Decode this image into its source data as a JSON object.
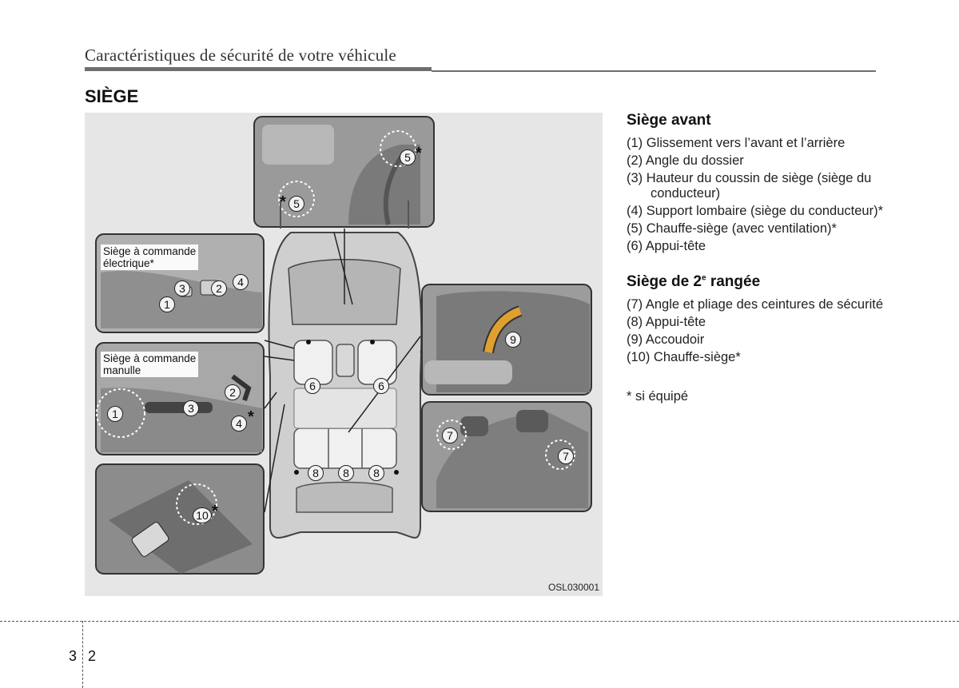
{
  "header": {
    "title": "Caractéristiques de sécurité de votre véhicule"
  },
  "section": {
    "title": "SIÈGE"
  },
  "figure": {
    "code": "OSL030001",
    "labels": {
      "power_seat": "Siège à commande\nélectrique*",
      "manual_seat": "Siège à commande\nmanulle"
    },
    "callouts": {
      "c1": "1",
      "c2": "2",
      "c3": "3",
      "c4": "4",
      "c5": "5",
      "c6": "6",
      "c7": "7",
      "c8": "8",
      "c9": "9",
      "c10": "10",
      "star": "*"
    }
  },
  "front_seat": {
    "title": "Siège avant",
    "items": [
      "(1) Glissement vers l’avant et l’arrière",
      "(2) Angle du dossier",
      "(3) Hauteur du coussin de siège (siège du conducteur)",
      "(4) Support lombaire (siège du conducteur)*",
      "(5) Chauffe-siège (avec ventilation)*",
      "(6) Appui-tête"
    ]
  },
  "second_row": {
    "title_prefix": "Siège de 2",
    "title_sup": "e",
    "title_suffix": " rangée",
    "items": [
      "(7) Angle et pliage des ceintures de sécurité",
      "(8) Appui-tête",
      "(9) Accoudoir",
      "(10) Chauffe-siège*"
    ]
  },
  "footnote": "* si équipé",
  "page_number": {
    "chapter": "3",
    "page": "2"
  }
}
